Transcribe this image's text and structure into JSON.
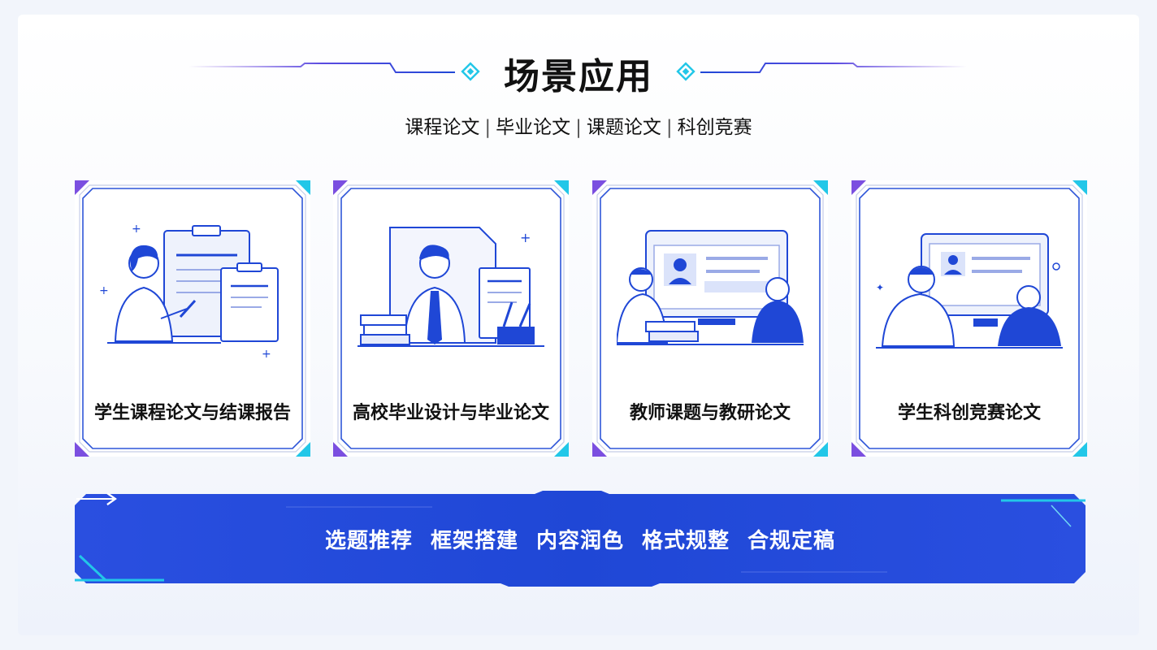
{
  "header": {
    "title": "场景应用",
    "subtitle_items": [
      "课程论文",
      "毕业论文",
      "课题论文",
      "科创竞赛"
    ],
    "separator": "|"
  },
  "cards": [
    {
      "label": "学生课程论文与结课报告",
      "icon": "student-writing-illustration"
    },
    {
      "label": "高校毕业设计与毕业论文",
      "icon": "graduate-document-illustration"
    },
    {
      "label": "教师课题与教研论文",
      "icon": "teacher-meeting-illustration"
    },
    {
      "label": "学生科创竞赛论文",
      "icon": "student-competition-illustration"
    }
  ],
  "process": {
    "steps": [
      "选题推荐",
      "框架搭建",
      "内容润色",
      "格式规整",
      "合规定稿"
    ],
    "arrow_icon": "long-arrow-right-icon"
  },
  "colors": {
    "primary": "#1f47d6",
    "accent_cyan": "#22c7e8",
    "accent_purple": "#7b4fe0",
    "text": "#111111"
  }
}
